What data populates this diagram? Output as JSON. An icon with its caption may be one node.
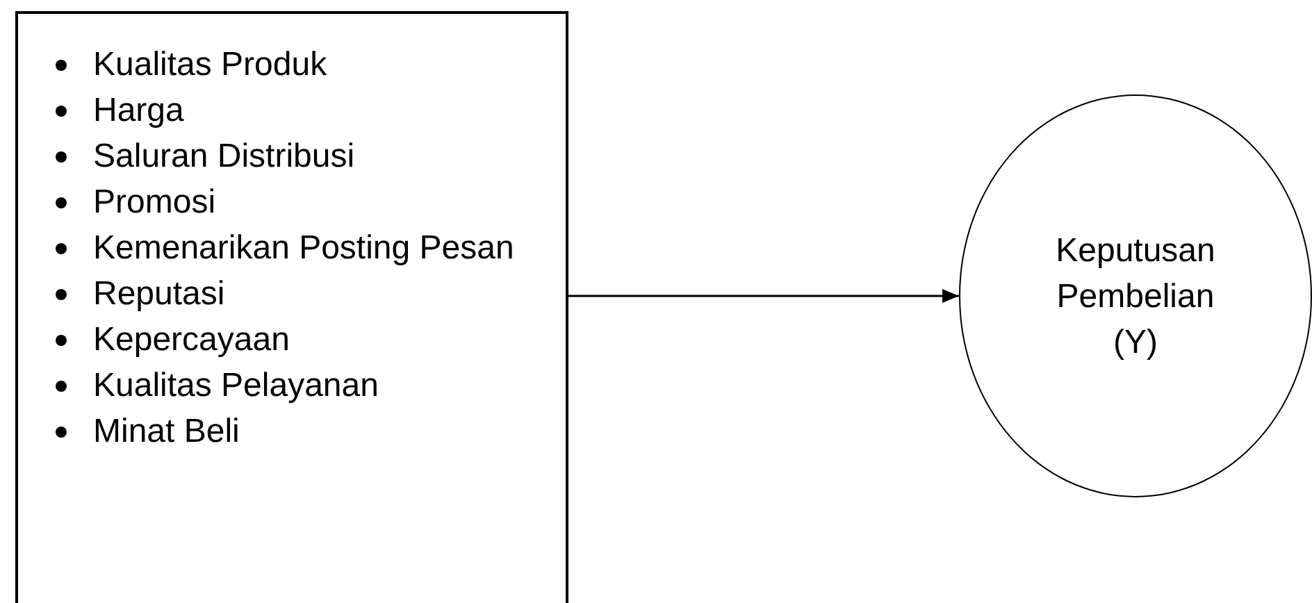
{
  "diagram": {
    "nodes": [
      {
        "text": [
          "Kualitas Produk",
          "Harga",
          "Saluran Distribusi",
          "Promosi",
          "Kemenarikan Posting Pesan",
          "Reputasi",
          "Kepercayaan",
          "Kualitas Pelayanan",
          "Minat Beli"
        ]
      },
      {
        "text": [
          "Keputusan Pembelian (Y)"
        ]
      }
    ],
    "edges": [
      {
        "from": 0,
        "to": 1,
        "arrow": "to"
      }
    ]
  }
}
